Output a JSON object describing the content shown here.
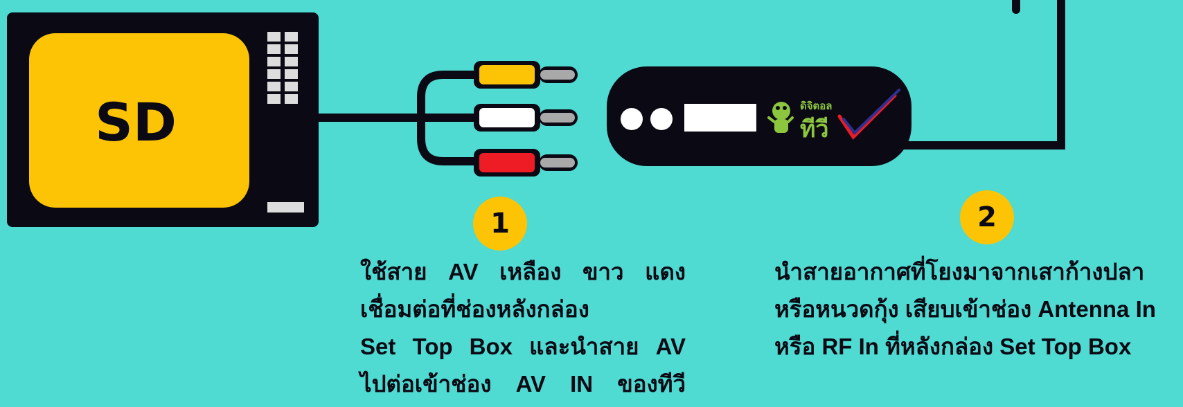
{
  "tv": {
    "label": "SD"
  },
  "set_top_box": {
    "logo_top_text": "ดิจิตอล",
    "logo_bottom_text": "ทีวี"
  },
  "colors": {
    "background": "#4fdad2",
    "device": "#0b0a14",
    "screen": "#fcc404",
    "plug_yellow": "#fcc404",
    "plug_white": "#ffffff",
    "plug_red": "#ee1c25",
    "badge": "#fcc404",
    "logo_green": "#8cc63f",
    "logo_red": "#ed1c24",
    "logo_blue": "#2e3192"
  },
  "steps": [
    {
      "number": "1",
      "lines": [
        "ใช้สาย AV เหลือง ขาว แดง",
        "เชื่อมต่อที่ช่องหลังกล่อง",
        "Set Top Box และนำสาย AV",
        "ไปต่อเข้าช่อง AV IN ของทีวี"
      ]
    },
    {
      "number": "2",
      "lines": [
        "นำสายอากาศที่โยงมาจากเสาก้างปลา",
        "หรือหนวดกุ้ง เสียบเข้าช่อง Antenna In",
        "หรือ RF In ที่หลังกล่อง Set Top Box"
      ]
    }
  ]
}
